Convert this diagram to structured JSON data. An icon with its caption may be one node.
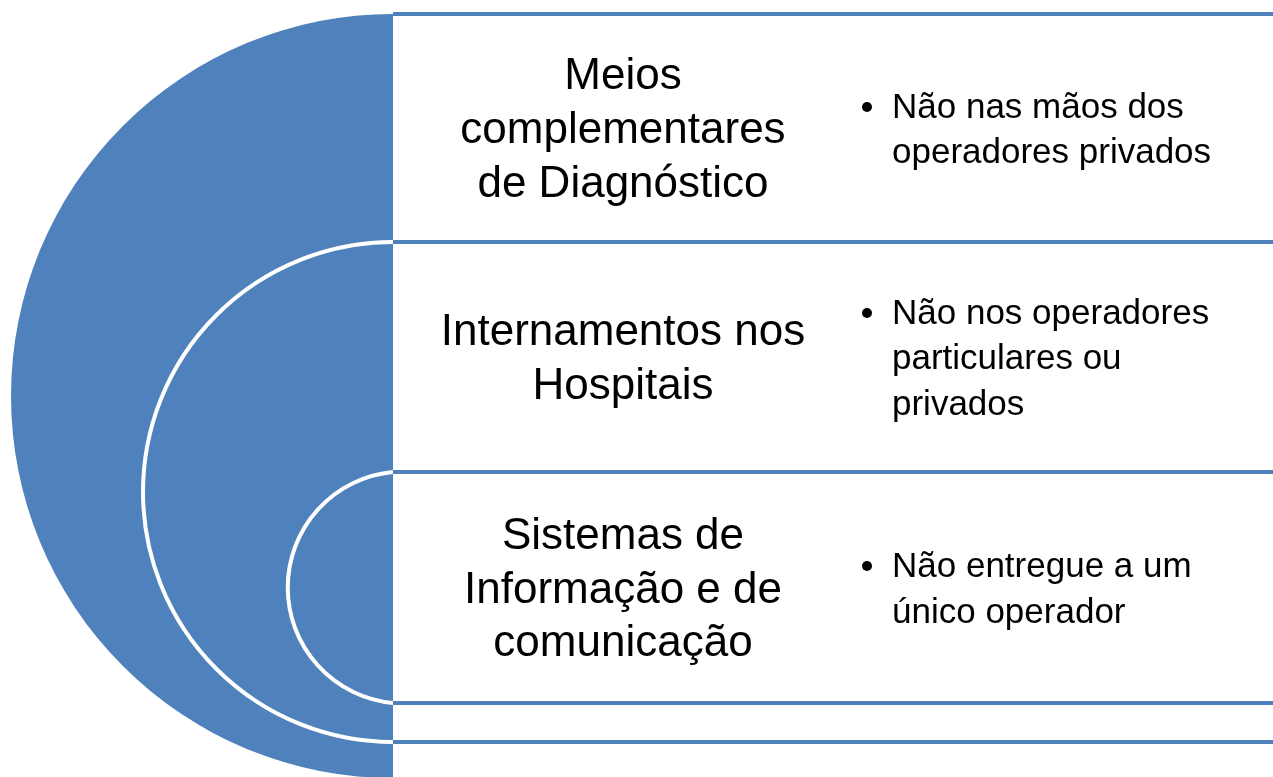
{
  "diagram": {
    "nodes": [
      {
        "text": [
          "Meios complementares de Diagnóstico",
          "Não nas mãos dos operadores privados"
        ]
      },
      {
        "text": [
          "Internamentos nos Hospitais",
          "Não nos operadores particulares ou privados"
        ]
      },
      {
        "text": [
          "Sistemas de Informação e de comunicação",
          "Não entregue a um único operador"
        ]
      },
      {
        "text": [],
        "shape": "box"
      }
    ]
  }
}
